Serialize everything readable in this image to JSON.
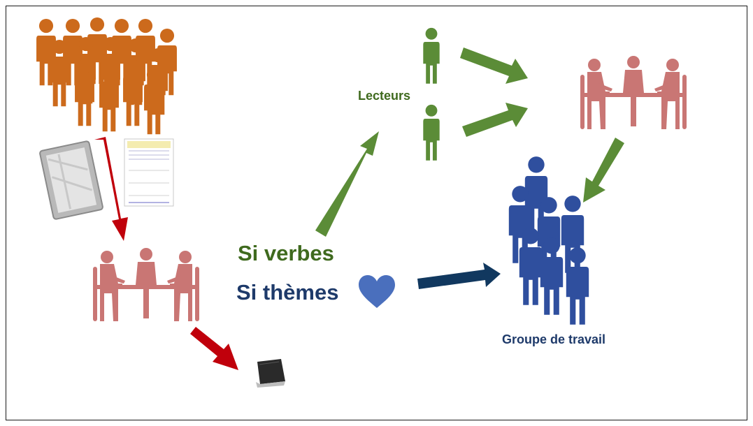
{
  "diagram": {
    "lecteurs_label": "Lecteurs",
    "groupe_label": "Groupe de travail",
    "si_verbes_label": "Si verbes",
    "si_themes_label": "Si thèmes"
  },
  "icons": {
    "crowd": "crowd-people-icon",
    "document": "document-icon",
    "form": "form-sheet-icon",
    "meeting": "meeting-table-icon",
    "reader": "person-icon",
    "book": "book-icon",
    "heart": "heart-icon",
    "group": "working-group-icon"
  },
  "colors": {
    "crowd": "#cc6a1c",
    "red_arrow": "#c0000b",
    "green": "#5b8c37",
    "green_text": "#3f6a1e",
    "navy": "#11385f",
    "navy_text": "#1e3a6a",
    "meeting": "#c97674",
    "blue_people": "#2f4f9e",
    "heart": "#4a6fbd"
  }
}
